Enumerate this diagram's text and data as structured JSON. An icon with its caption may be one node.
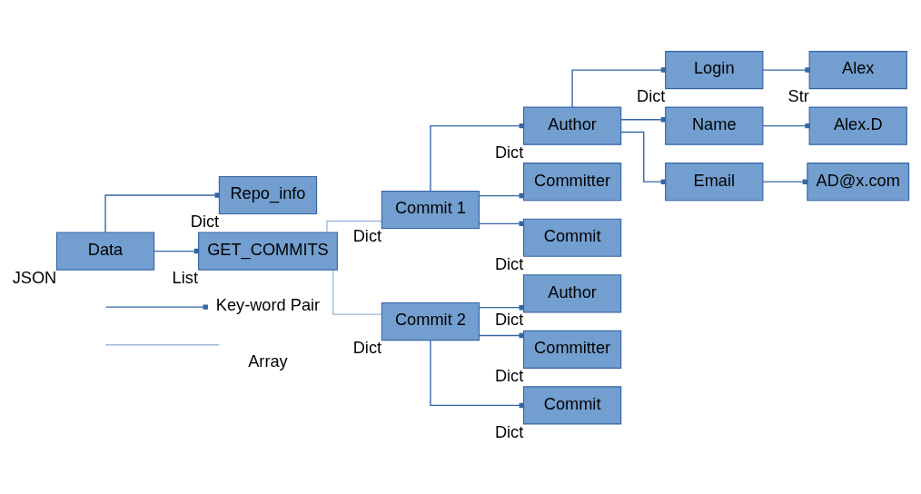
{
  "diagram": {
    "nodes": [
      {
        "text": [
          "Data"
        ],
        "beside": [
          "JSON"
        ]
      },
      {
        "text": [
          "Repo_info"
        ],
        "beside": [
          "Dict"
        ]
      },
      {
        "text": [
          "GET_COMMITS"
        ],
        "beside": [
          "List"
        ]
      },
      {
        "text": [
          "Commit 1"
        ],
        "beside": [
          "Dict"
        ]
      },
      {
        "text": [
          "Commit 2"
        ],
        "beside": [
          "Dict"
        ]
      },
      {
        "text": [
          "Author"
        ],
        "beside": [
          "Dict"
        ]
      },
      {
        "text": [
          "Committer"
        ]
      },
      {
        "text": [
          "Commit"
        ],
        "beside": [
          "Dict"
        ]
      },
      {
        "text": [
          "Author"
        ],
        "beside": [
          "Dict"
        ]
      },
      {
        "text": [
          "Committer"
        ],
        "beside": [
          "Dict"
        ]
      },
      {
        "text": [
          "Commit"
        ],
        "beside": [
          "Dict"
        ]
      },
      {
        "text": [
          "Login"
        ],
        "beside": [
          "Dict"
        ]
      },
      {
        "text": [
          "Name"
        ]
      },
      {
        "text": [
          "Email"
        ]
      },
      {
        "text": [
          "Alex"
        ],
        "beside": [
          "Str"
        ]
      },
      {
        "text": [
          "Alex.D"
        ]
      },
      {
        "text": [
          "AD@x.com"
        ]
      }
    ],
    "edges": [
      {
        "from": 0,
        "to": 1,
        "arrow": "other"
      },
      {
        "from": 0,
        "to": 2,
        "arrow": "other"
      },
      {
        "from": 2,
        "to": 3,
        "arrow": "none",
        "color": "#9fb8dc"
      },
      {
        "from": 2,
        "to": 4,
        "arrow": "none",
        "color": "#9fb8dc"
      },
      {
        "from": 3,
        "to": 5,
        "arrow": "other"
      },
      {
        "from": 3,
        "to": 6,
        "arrow": "other"
      },
      {
        "from": 3,
        "to": 7,
        "arrow": "other"
      },
      {
        "from": 4,
        "to": 8,
        "arrow": "other"
      },
      {
        "from": 4,
        "to": 9,
        "arrow": "other"
      },
      {
        "from": 4,
        "to": 10,
        "arrow": "other"
      },
      {
        "from": 5,
        "to": 11,
        "arrow": "other"
      },
      {
        "from": 5,
        "to": 12,
        "arrow": "other"
      },
      {
        "from": 5,
        "to": 13,
        "arrow": "other"
      },
      {
        "from": 11,
        "to": 14,
        "arrow": "other"
      },
      {
        "from": 12,
        "to": 15,
        "arrow": "other"
      },
      {
        "from": 13,
        "to": 16,
        "arrow": "other"
      }
    ],
    "legend": [
      {
        "text": "Key-word Pair"
      },
      {
        "text": "Array"
      }
    ]
  }
}
